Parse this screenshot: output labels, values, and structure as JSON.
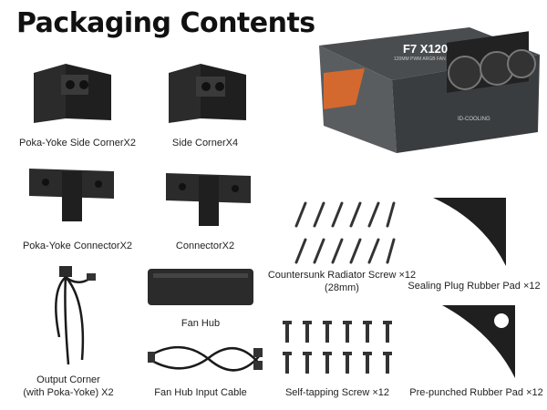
{
  "title": "Packaging Contents",
  "box": {
    "model": "F7 X120",
    "subtitle": "120MM PWM ARGB FAN",
    "brand": "ID-COOLING"
  },
  "items": [
    {
      "label": "Poka-Yoke Side CornerX2"
    },
    {
      "label": "Side CornerX4"
    },
    {
      "label": "Poka-Yoke ConnectorX2"
    },
    {
      "label": "ConnectorX2"
    },
    {
      "label": "Countersunk Radiator Screw ×12",
      "sub": "(28mm)"
    },
    {
      "label": "Sealing Plug Rubber Pad ×12"
    },
    {
      "label": "Fan Hub"
    },
    {
      "label": "Output Corner",
      "sub": "(with Poka-Yoke)  X2"
    },
    {
      "label": "Fan Hub Input Cable"
    },
    {
      "label": "Self-tapping Screw ×12"
    },
    {
      "label": "Pre-punched Rubber Pad ×12"
    }
  ],
  "colors": {
    "part": "#2b2b2b",
    "box_dark": "#3a3d40",
    "box_accent": "#e06a2a"
  }
}
